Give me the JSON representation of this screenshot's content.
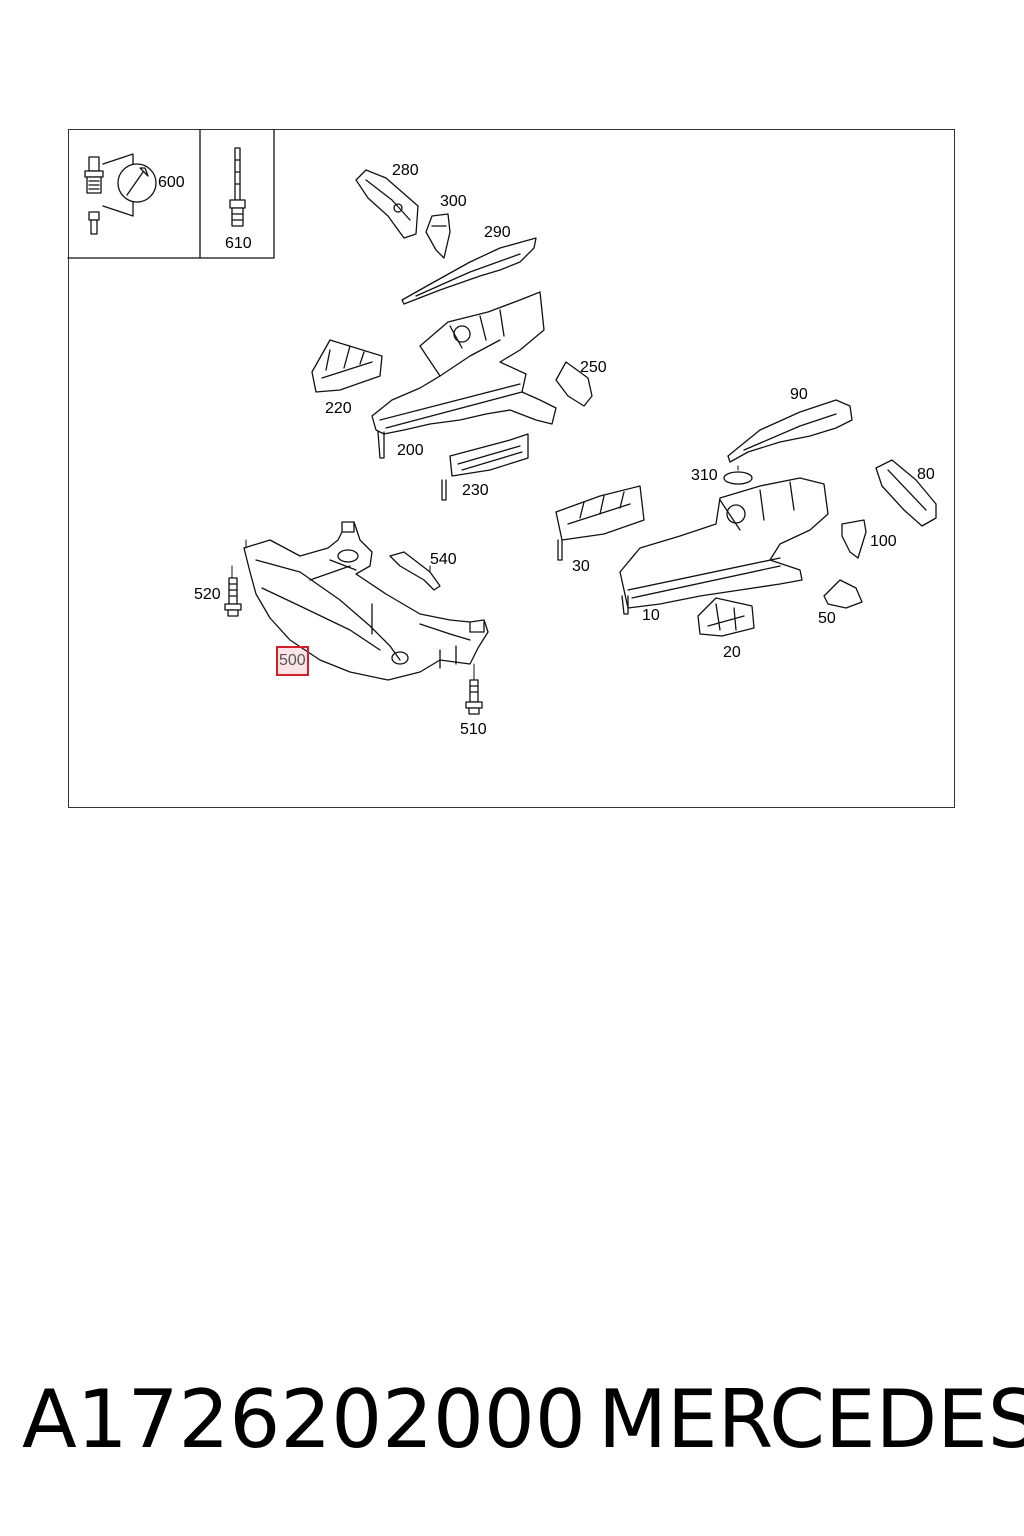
{
  "diagram": {
    "callouts": {
      "c600": "600",
      "c610": "610",
      "c280": "280",
      "c300": "300",
      "c290": "290",
      "c250": "250",
      "c220": "220",
      "c200": "200",
      "c230": "230",
      "c90": "90",
      "c310": "310",
      "c80": "80",
      "c30": "30",
      "c100": "100",
      "c10": "10",
      "c50": "50",
      "c20": "20",
      "c540": "540",
      "c520": "520",
      "c500": "500",
      "c510": "510"
    },
    "selected_callout": "500",
    "highlight_color": "#d21f2a"
  },
  "footer": {
    "part_number": "A1726202000",
    "brand": "MERCEDES"
  }
}
